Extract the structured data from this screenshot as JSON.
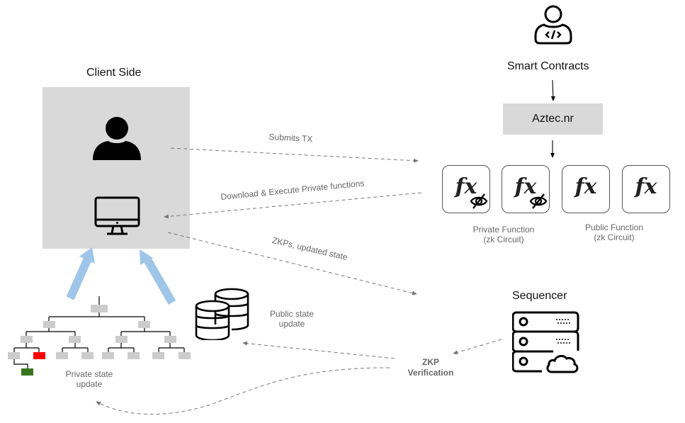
{
  "client": {
    "title": "Client Side",
    "user_icon": "user-icon",
    "computer_icon": "desktop-monitor-icon"
  },
  "contracts": {
    "developer_icon": "developer-code-icon",
    "title": "Smart Contracts",
    "language_box": "Aztec.nr",
    "functions": [
      {
        "symbol": "fx",
        "private": true,
        "icon": "eye-slash-icon"
      },
      {
        "symbol": "fx",
        "private": true,
        "icon": "eye-slash-icon"
      },
      {
        "symbol": "fx",
        "private": false
      },
      {
        "symbol": "fx",
        "private": false
      }
    ],
    "private_label_line1": "Private Function",
    "private_label_line2": "(zk Circuit)",
    "public_label_line1": "Public Function",
    "public_label_line2": "(zk Circuit)"
  },
  "flows": {
    "submits_tx": "Submits TX",
    "download_execute": "Download & Execute Private functions",
    "zkps_updated_state": "ZKPs, updated state"
  },
  "sequencer": {
    "title": "Sequencer",
    "icon": "server-cloud-icon"
  },
  "verification": {
    "line1": "ZKP",
    "line2": "Verification"
  },
  "public_state": {
    "icon": "database-icon",
    "line1": "Public state",
    "line2": "update"
  },
  "private_state": {
    "icon": "merkle-tree-icon",
    "line1": "Private state",
    "line2": "update"
  },
  "colors": {
    "panel_gray": "#d9d9d9",
    "arrow_blue": "#9fc5e8",
    "leaf_removed": "#ff0000",
    "leaf_added": "#38761d",
    "tree_node": "#cccccc",
    "dashed_arrow": "#777777"
  }
}
